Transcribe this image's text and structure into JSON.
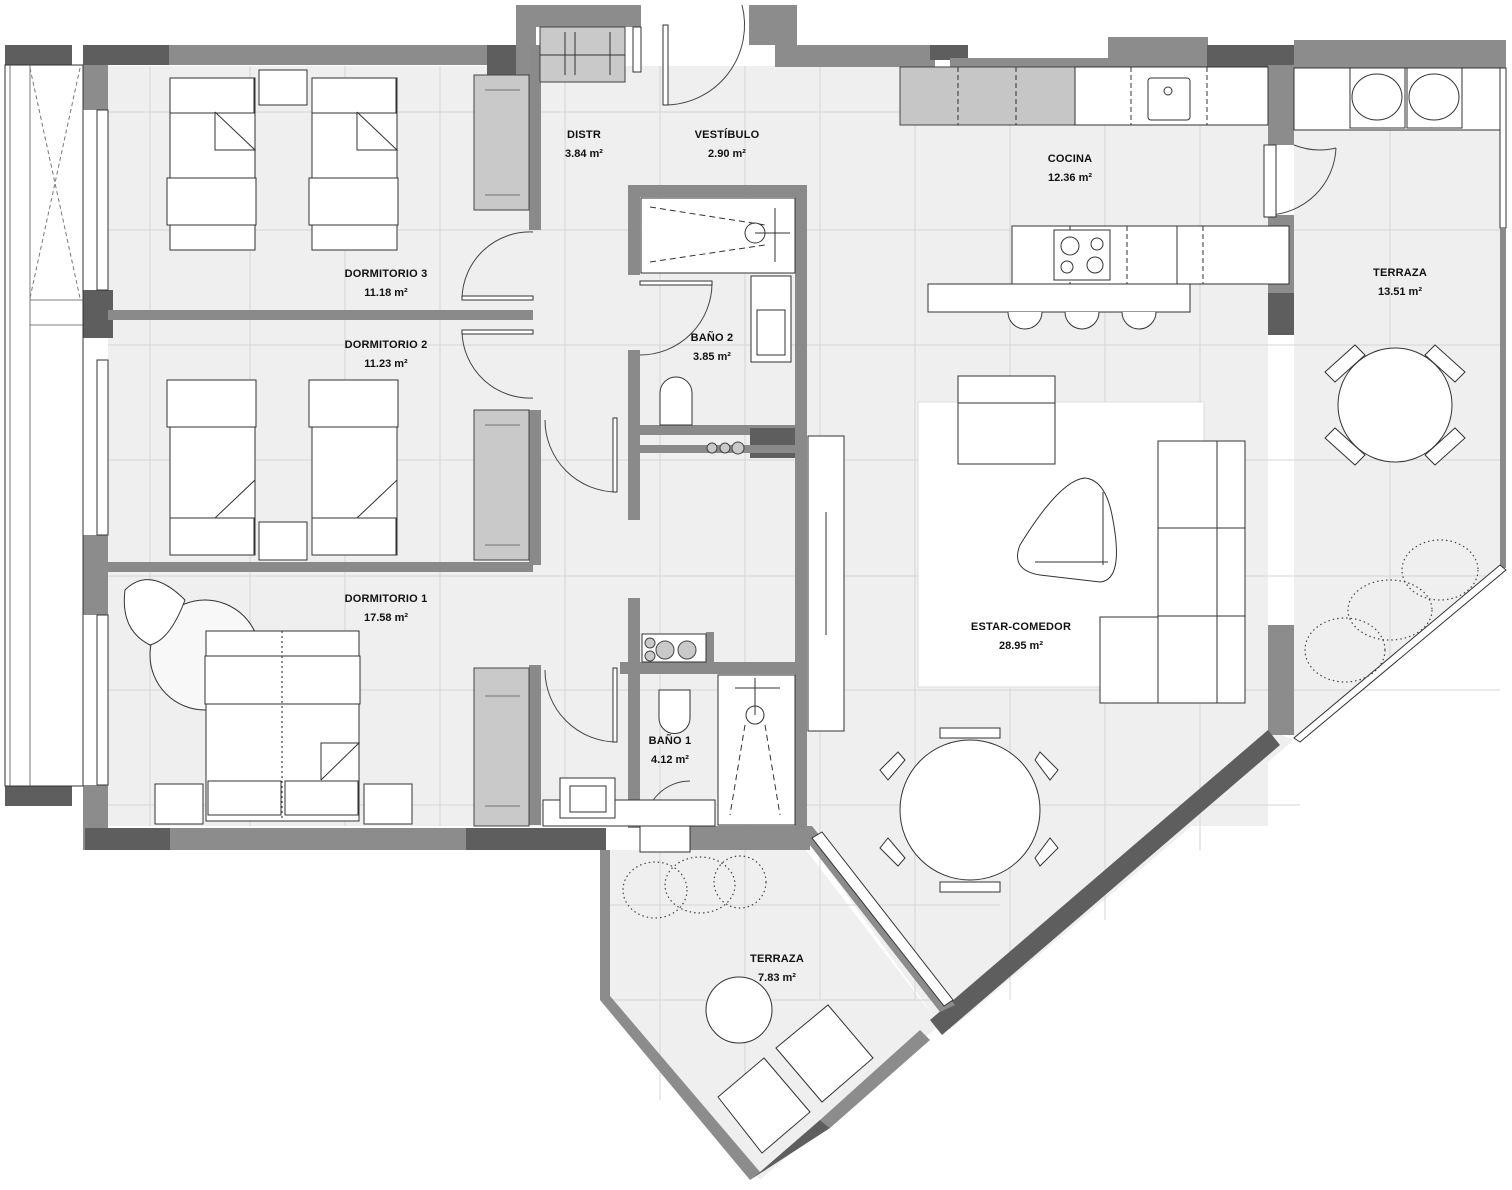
{
  "plan": {
    "type": "apartment floor plan",
    "unit": "m²",
    "colors": {
      "floor": "#efefef",
      "wall_exterior": "#8c8c8c",
      "wall_dark": "#5e5e5e",
      "furniture": "#ffffff",
      "cabinetry": "#c9c9c9",
      "text": "#111111"
    }
  },
  "rooms": {
    "distr": {
      "name": "DISTR",
      "area": "3.84 m²"
    },
    "vestibulo": {
      "name": "VESTÍBULO",
      "area": "2.90 m²"
    },
    "cocina": {
      "name": "COCINA",
      "area": "12.36 m²"
    },
    "dormitorio3": {
      "name": "DORMITORIO 3",
      "area": "11.18 m²"
    },
    "dormitorio2": {
      "name": "DORMITORIO 2",
      "area": "11.23 m²"
    },
    "bano2": {
      "name": "BAÑO 2",
      "area": "3.85 m²"
    },
    "terraza_east": {
      "name": "TERRAZA",
      "area": "13.51 m²"
    },
    "dormitorio1": {
      "name": "DORMITORIO 1",
      "area": "17.58 m²"
    },
    "estar_comedor": {
      "name": "ESTAR-COMEDOR",
      "area": "28.95 m²"
    },
    "bano1": {
      "name": "BAÑO 1",
      "area": "4.12 m²"
    },
    "terraza_south": {
      "name": "TERRAZA",
      "area": "7.83 m²"
    }
  }
}
